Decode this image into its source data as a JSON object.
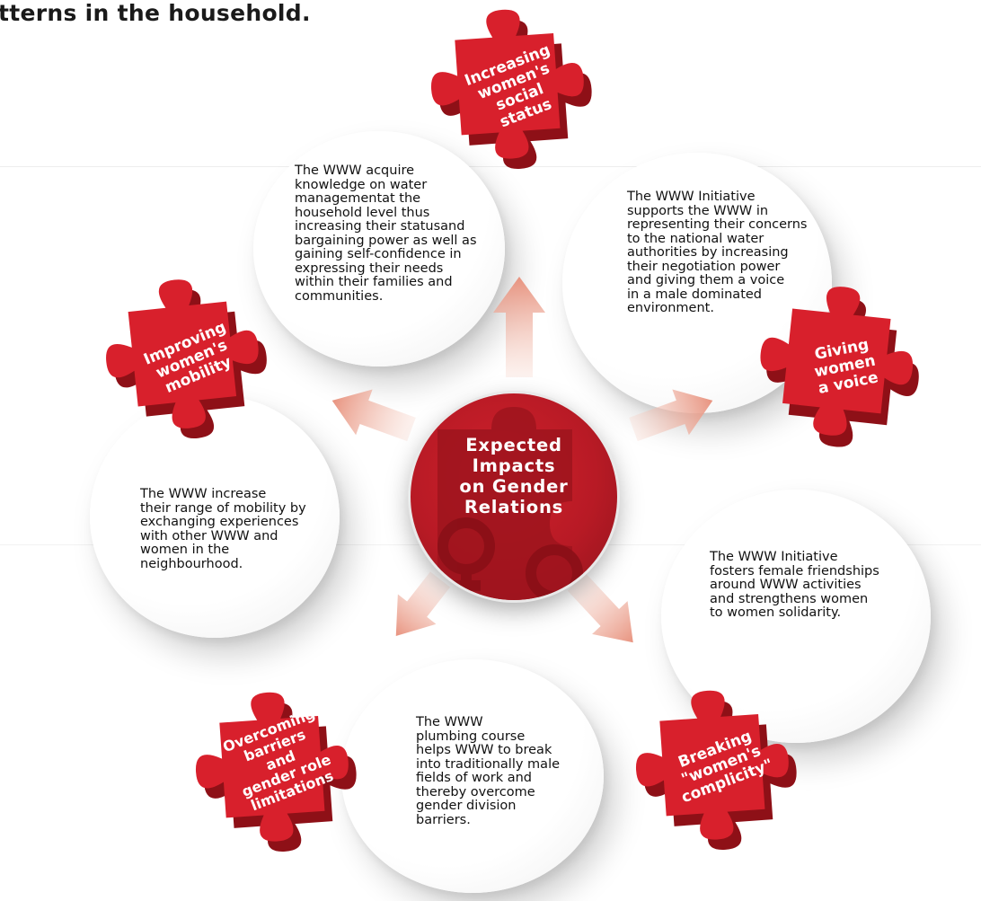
{
  "heading": "tterns in the household.",
  "center": {
    "title": "Expected\nImpacts\non Gender\nRelations"
  },
  "impacts": [
    {
      "label": "Increasing\nwomen's\nsocial\nstatus",
      "text": "The WWW acquire\nknowledge on water\nmanagementat the\nhousehold level thus\nincreasing their statusand\nbargaining power as well as\ngaining self-confidence in\nexpressing their needs\nwithin their families and\ncommunities."
    },
    {
      "label": "Giving\nwomen\na voice",
      "text": "The WWW Initiative\nsupports the WWW in\nrepresenting their concerns\nto the national water\nauthorities by increasing\ntheir negotiation power\nand giving them a voice\nin a male dominated\nenvironment."
    },
    {
      "label": "Breaking\n\"women's\ncomplicity\"",
      "text": "The WWW Initiative\nfosters female friendships\naround WWW activities\nand strengthens women\nto women solidarity."
    },
    {
      "label": "Overcoming\nbarriers\nand\ngender role\nlimitations",
      "text": "The WWW\nplumbing course\nhelps WWW to break\ninto traditionally male\nfields of work and\nthereby overcome\ngender division\nbarriers."
    },
    {
      "label": "Improving\nwomen's\nmobility",
      "text": "The WWW increase\ntheir range of mobility by\nexchanging experiences\nwith other WWW and\nwomen in the\nneighbourhood."
    }
  ],
  "colors": {
    "puzzle_red": "#d8202c",
    "puzzle_side": "#8e1017",
    "center_red": "#b81a25",
    "arrow": "#e8937f"
  }
}
